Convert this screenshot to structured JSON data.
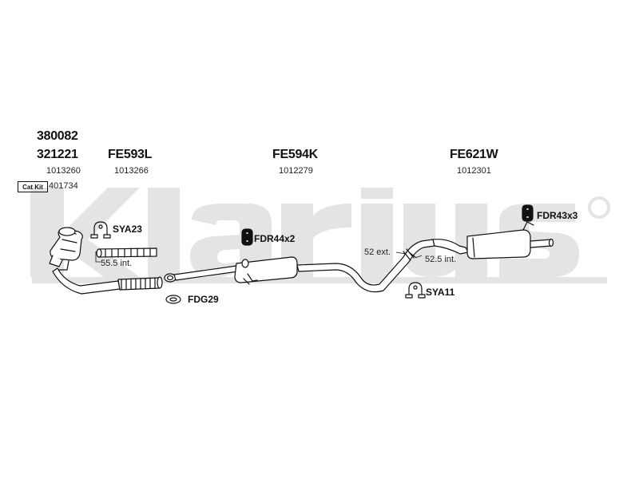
{
  "watermark": {
    "brand": "klarius",
    "color": "#e4e4e4"
  },
  "parts": {
    "cat_code_1": "380082",
    "cat_code_2": "321221",
    "cat_ref": "1013260",
    "cat_kit_label": "Cat Kit",
    "cat_kit_code": "401734",
    "front_pipe_code": "FE593L",
    "front_pipe_ref": "1013266",
    "middle_silencer_code": "FE594K",
    "middle_silencer_ref": "1012279",
    "rear_silencer_code": "FE621W",
    "rear_silencer_ref": "1012301"
  },
  "accessories": {
    "clamp_front": "SYA23",
    "rubber_mount_middle": "FDR44x2",
    "gasket": "FDG29",
    "clamp_rear": "SYA11",
    "rubber_mount_rear": "FDR43x3"
  },
  "dimensions": {
    "front_int": "55.5 int.",
    "rear_ext": "52 ext.",
    "rear_int": "52.5 int."
  },
  "colors": {
    "line": "#111111",
    "pipe_fill": "#ffffff"
  }
}
